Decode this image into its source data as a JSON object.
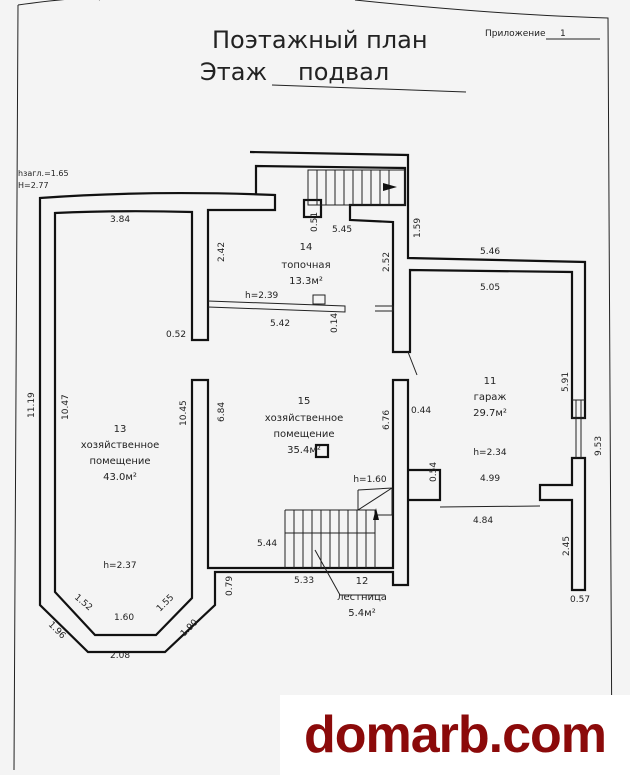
{
  "header": {
    "title": "Поэтажный план",
    "floor_label": "Этаж",
    "floor_value": "подвал",
    "appendix_label": "Приложение",
    "appendix_value": "1"
  },
  "notes": {
    "h_ground": "hзагл.=1.65",
    "h_total": "H=2.77"
  },
  "rooms": [
    {
      "number": "14",
      "name": "топочная",
      "area": "13.3м²",
      "height": "h=2.39"
    },
    {
      "number": "13",
      "name_line1": "хозяйственное",
      "name_line2": "помещение",
      "area": "43.0м²",
      "height": "h=2.37"
    },
    {
      "number": "15",
      "name_line1": "хозяйственное",
      "name_line2": "помещение",
      "area": "35.4м²"
    },
    {
      "number": "11",
      "name": "гараж",
      "area": "29.7м²",
      "height": "h=2.34"
    },
    {
      "number": "12",
      "name": "лестница",
      "area": "5.4м²",
      "height": "h=1.60"
    }
  ],
  "dimensions": {
    "d384": "3.84",
    "d242": "2.42",
    "d051": "0.51",
    "d545": "5.45",
    "d159": "1.59",
    "d546": "5.46",
    "d252": "2.52",
    "d505": "5.05",
    "d542": "5.42",
    "d014": "0.14",
    "d052": "0.52",
    "d1119": "11.19",
    "d1047": "10.47",
    "d1045": "10.45",
    "d684": "6.84",
    "d676": "6.76",
    "d044": "0.44",
    "d591": "5.91",
    "d953": "9.53",
    "d054": "0.54",
    "d499": "4.99",
    "d484": "4.84",
    "d544": "5.44",
    "d245": "2.45",
    "d079": "0.79",
    "d533": "5.33",
    "d057": "0.57",
    "d152": "1.52",
    "d160": "1.60",
    "d155": "1.55",
    "d196": "1.96",
    "d190": "1.90",
    "d208": "2.08"
  },
  "watermark": "domarb.com"
}
